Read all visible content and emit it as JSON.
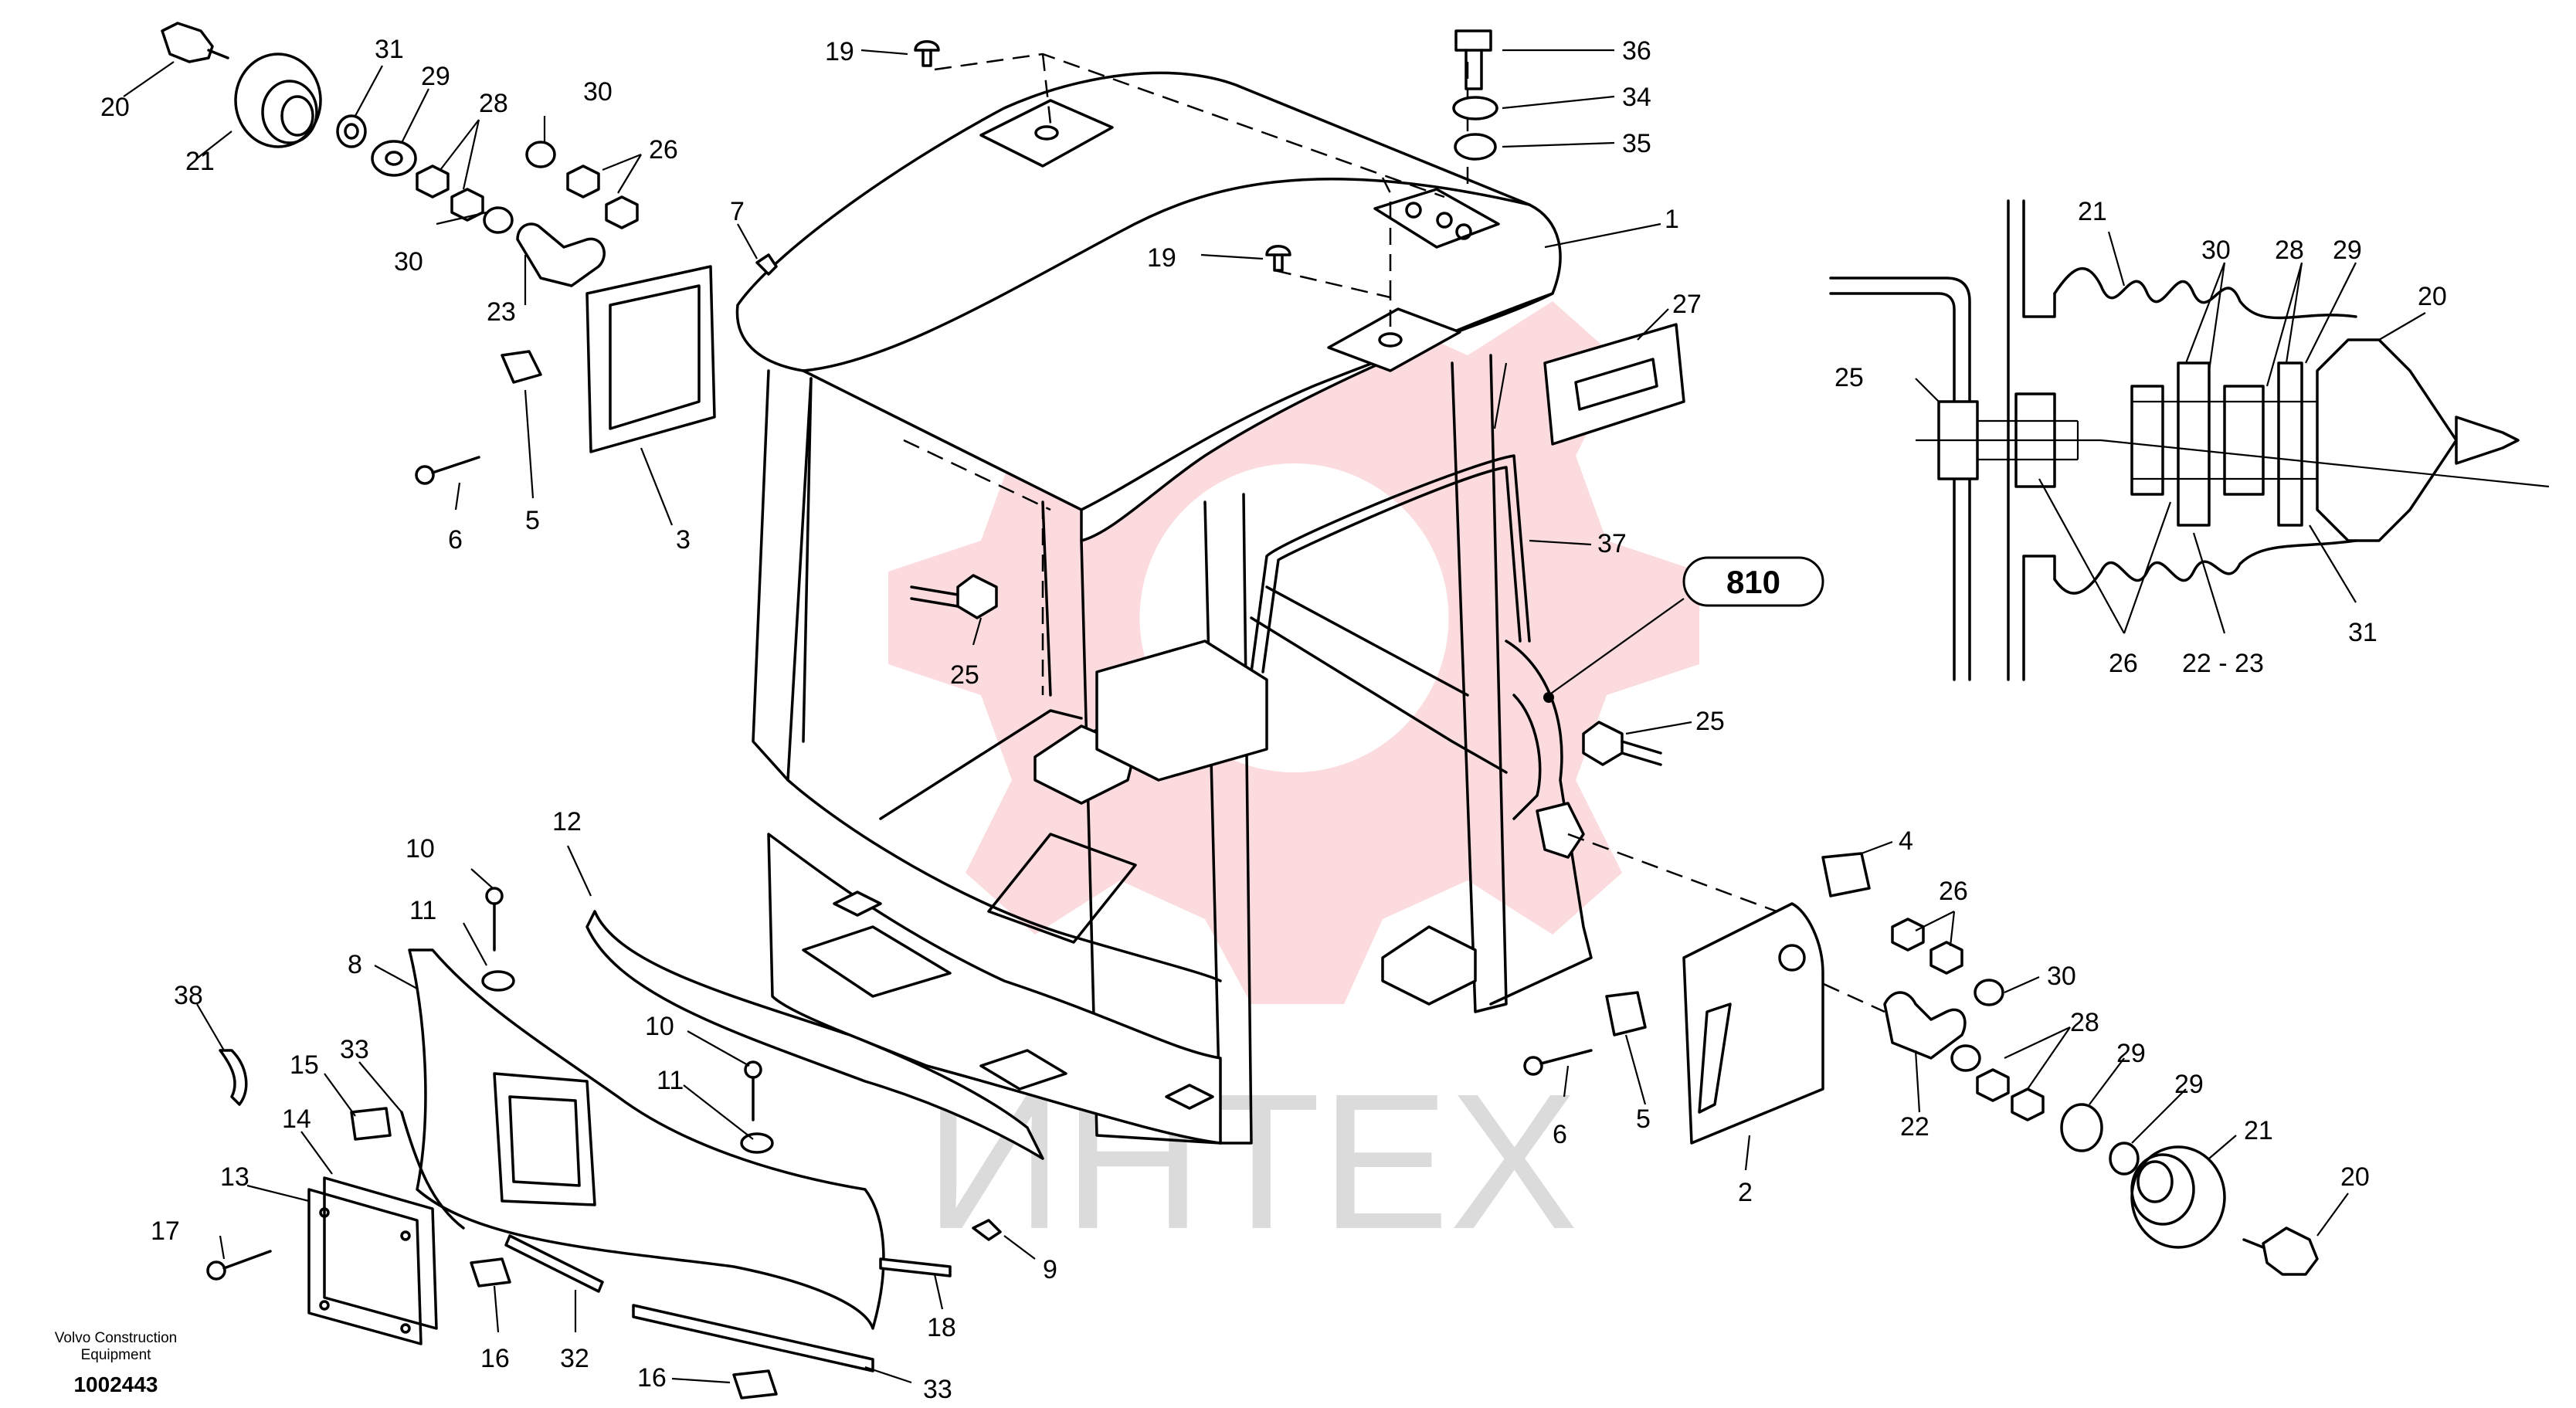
{
  "watermark": {
    "text": "ИНТЕХ",
    "gear_color": "#e8202a",
    "text_color": "#8a8a8a"
  },
  "reference": {
    "label": "810"
  },
  "footer": {
    "maker_line1": "Volvo Construction",
    "maker_line2": "Equipment",
    "drawing_no": "1002443"
  },
  "callouts": {
    "c1": "1",
    "c2": "2",
    "c3": "3",
    "c4": "4",
    "c5a": "5",
    "c5b": "5",
    "c6a": "6",
    "c6b": "6",
    "c7": "7",
    "c8": "8",
    "c9": "9",
    "c10a": "10",
    "c10b": "10",
    "c11a": "11",
    "c11b": "11",
    "c12": "12",
    "c13": "13",
    "c14": "14",
    "c15": "15",
    "c16a": "16",
    "c16b": "16",
    "c17": "17",
    "c18": "18",
    "c19a": "19",
    "c19b": "19",
    "c20a": "20",
    "c20b": "20",
    "c20c": "20",
    "c21a": "21",
    "c21b": "21",
    "c21c": "21",
    "c22": "22",
    "c22_23": "22 - 23",
    "c23": "23",
    "c25a": "25",
    "c25b": "25",
    "c25c": "25",
    "c26a": "26",
    "c26b": "26",
    "c26c": "26",
    "c27": "27",
    "c28a": "28",
    "c28b": "28",
    "c28c": "28",
    "c29a": "29",
    "c29b": "29",
    "c29c": "29",
    "c29d": "29",
    "c30a": "30",
    "c30b": "30",
    "c30c": "30",
    "c30d": "30",
    "c31a": "31",
    "c31b": "31",
    "c32": "32",
    "c33a": "33",
    "c33b": "33",
    "c34": "34",
    "c35": "35",
    "c36": "36",
    "c37": "37",
    "c38": "38"
  }
}
